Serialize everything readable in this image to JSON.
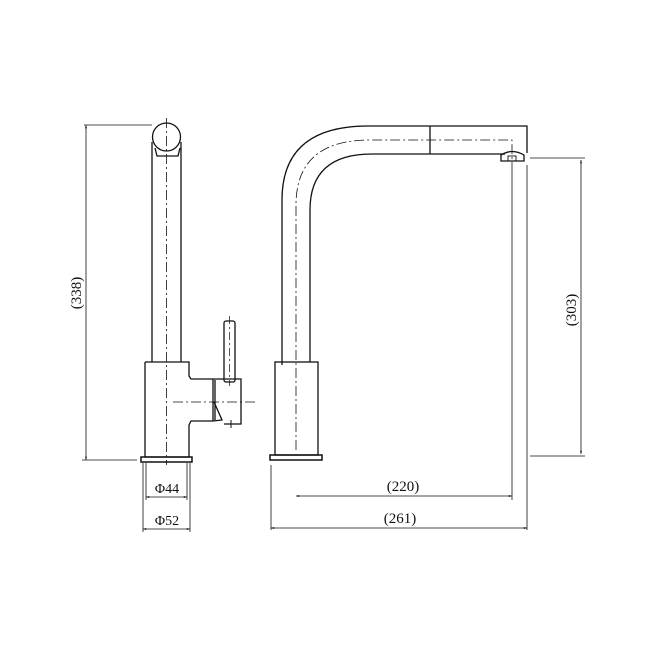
{
  "drawing": {
    "title": "Kitchen mixer tap dimension drawing",
    "line_color": "#111111",
    "background": "#ffffff",
    "side_view": {
      "dimensions": {
        "height": "(338)",
        "base_inner_diameter": "Φ44",
        "base_outer_diameter": "Φ52"
      }
    },
    "front_view": {
      "dimensions": {
        "reach_inner": "(220)",
        "reach_overall": "(261)",
        "spout_clearance": "(303)"
      }
    }
  }
}
